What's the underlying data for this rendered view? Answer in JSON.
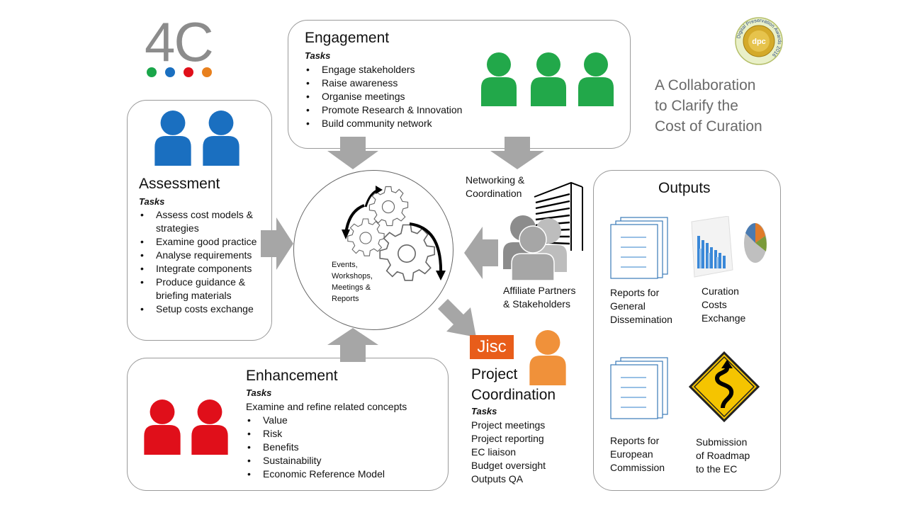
{
  "logo": {
    "text": "4C",
    "dot_colors": [
      "#1aa64a",
      "#1a6fc0",
      "#e00f1a",
      "#e8801e"
    ]
  },
  "award": {
    "ring_text": "Digital Preservation Awards 2016",
    "center_text": "dpc"
  },
  "tagline": [
    "A Collaboration",
    "to Clarify the",
    "Cost of Curation"
  ],
  "engagement": {
    "title": "Engagement",
    "tasks_label": "Tasks",
    "items": [
      "Engage stakeholders",
      "Raise awareness",
      "Organise meetings",
      "Promote  Research & Innovation",
      "Build community  network"
    ],
    "person_color": "#22a84a"
  },
  "assessment": {
    "title": "Assessment",
    "tasks_label": "Tasks",
    "items": [
      "Assess cost models & strategies",
      "Examine good practice",
      "Analyse requirements",
      "Integrate components",
      "Produce guidance & briefing materials",
      "Setup costs exchange"
    ],
    "person_color": "#1a6fc0"
  },
  "enhancement": {
    "title": "Enhancement",
    "tasks_label": "Tasks",
    "intro": "Examine and refine related concepts",
    "items": [
      "Value",
      "Risk",
      "Benefits",
      "Sustainability",
      "Economic Reference Model"
    ],
    "person_color": "#e00f1a"
  },
  "center": {
    "lines": [
      "Events,",
      "Workshops,",
      "Meetings &",
      "Reports"
    ]
  },
  "networking": {
    "lines": [
      "Networking &",
      "Coordination"
    ]
  },
  "affiliates": {
    "lines": [
      "Affiliate Partners",
      "& Stakeholders"
    ]
  },
  "project": {
    "logo_text": "Jisc",
    "logo_color": "#e85d1a",
    "title_lines": [
      "Project",
      "Coordination"
    ],
    "tasks_label": "Tasks",
    "items": [
      "Project meetings",
      "Project reporting",
      "EC liaison",
      "Budget oversight",
      "Outputs QA"
    ],
    "person_color": "#f0913a"
  },
  "outputs": {
    "title": "Outputs",
    "items": [
      {
        "lines": [
          "Reports for",
          "General",
          "Dissemination"
        ],
        "icon": "document-stack-icon"
      },
      {
        "lines": [
          "Curation",
          "Costs",
          "Exchange"
        ],
        "icon": "chart-icon"
      },
      {
        "lines": [
          "Reports for",
          "European",
          "Commission"
        ],
        "icon": "document-stack-icon"
      },
      {
        "lines": [
          "Submission",
          "of Roadmap",
          "to the EC"
        ],
        "icon": "winding-road-sign-icon"
      }
    ]
  },
  "colors": {
    "arrow_gray": "#a6a6a6",
    "box_border": "#9a9a9a"
  }
}
